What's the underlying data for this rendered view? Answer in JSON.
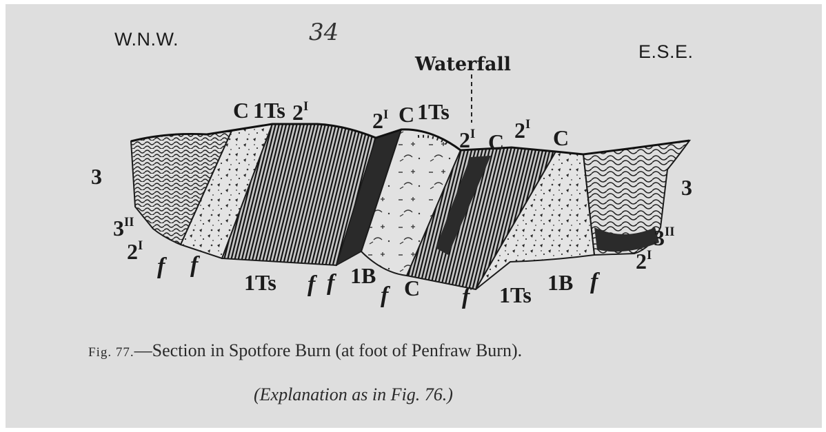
{
  "figure": {
    "direction_left": "W.N.W.",
    "direction_right": "E.S.E.",
    "handwritten_number": "34",
    "waterfall_label": "Waterfall",
    "labels": {
      "c_top_1": "C",
      "ts_top_1": "1Ts",
      "two_i_top_1": "2",
      "two_i_top_1_sup": "I",
      "two_i_top_2": "2",
      "two_i_top_2_sup": "I",
      "c_top_2": "C",
      "ts_top_2": "1Ts",
      "two_i_top_3": "2",
      "two_i_top_3_sup": "I",
      "c_top_3": "C",
      "two_i_top_4": "2",
      "two_i_top_4_sup": "I",
      "c_top_4": "C",
      "three_left": "3",
      "three_ii_left": "3",
      "three_ii_left_sup": "II",
      "two_i_left": "2",
      "two_i_left_sup": "I",
      "three_right": "3",
      "three_ii_right": "3",
      "three_ii_right_sup": "II",
      "two_i_right": "2",
      "two_i_right_sup": "I",
      "f_1": "f",
      "f_2": "f",
      "ts_bottom_1": "1Ts",
      "f_3": "f",
      "f_4": "f",
      "b_bottom_1": "1B",
      "f_5": "f",
      "c_bottom": "C",
      "f_6": "f",
      "ts_bottom_2": "1Ts",
      "b_bottom_2": "1B",
      "f_7": "f"
    },
    "caption_prefix": "Fig. 77.",
    "caption_text": "—Section in Spotfore Burn (at foot of Penfraw Burn).",
    "subcaption": "(Explanation as in Fig. 76.)"
  }
}
